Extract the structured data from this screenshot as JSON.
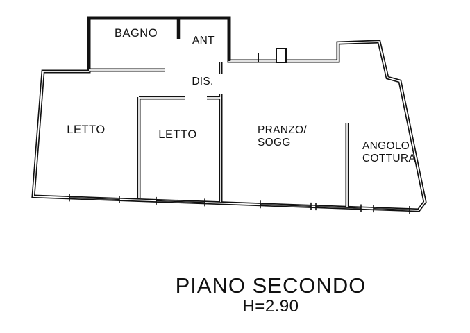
{
  "floorplan": {
    "rooms": {
      "bagno": "BAGNO",
      "ant": "ANT",
      "dis": "DIS.",
      "letto_left": "LETTO",
      "letto_middle": "LETTO",
      "pranzo_line1": "PRANZO/",
      "pranzo_line2": "SOGG",
      "angolo_line1": "ANGOLO",
      "angolo_line2": "COTTURA"
    },
    "caption": {
      "title": "PIANO SECONDO",
      "height_label": "H=2.90"
    },
    "ink_color": "#111111",
    "background_color": "#ffffff"
  }
}
